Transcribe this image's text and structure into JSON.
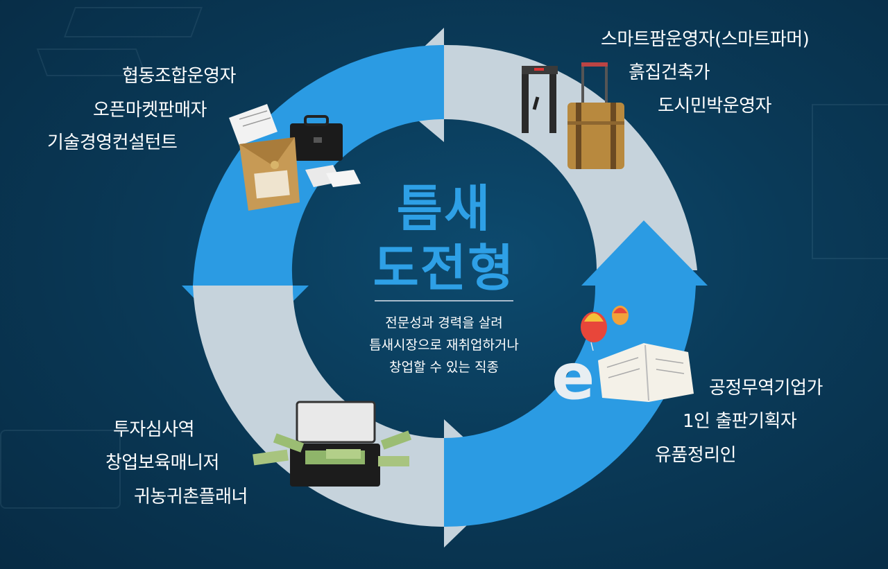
{
  "diagram": {
    "center_title": [
      "틈새",
      "도전형"
    ],
    "center_description": [
      "전문성과 경력을 살려",
      "틈새시장으로 재취업하거나",
      "창업할 수 있는 직종"
    ],
    "colors": {
      "accent_blue": "#2b9be3",
      "light_arrow": "#c6d3dc",
      "background": "#0a3a58",
      "title_color": "#2ea0e6"
    },
    "groups": [
      {
        "position": "top-left",
        "icon": "briefcase-documents-icon",
        "items": [
          "협동조합운영자",
          "오픈마켓판매자",
          "기술경영컨설턴트"
        ]
      },
      {
        "position": "top-right",
        "icon": "luggage-gate-icon",
        "items": [
          "스마트팜운영자(스마트파머)",
          "흙집건축가",
          "도시민박운영자"
        ]
      },
      {
        "position": "bottom-right",
        "icon": "book-balloon-icon",
        "items": [
          "공정무역기업가",
          "1인 출판기획자",
          "유품정리인"
        ]
      },
      {
        "position": "bottom-left",
        "icon": "money-briefcase-icon",
        "items": [
          "투자심사역",
          "창업보육매니저",
          "귀농귀촌플래너"
        ]
      }
    ]
  }
}
